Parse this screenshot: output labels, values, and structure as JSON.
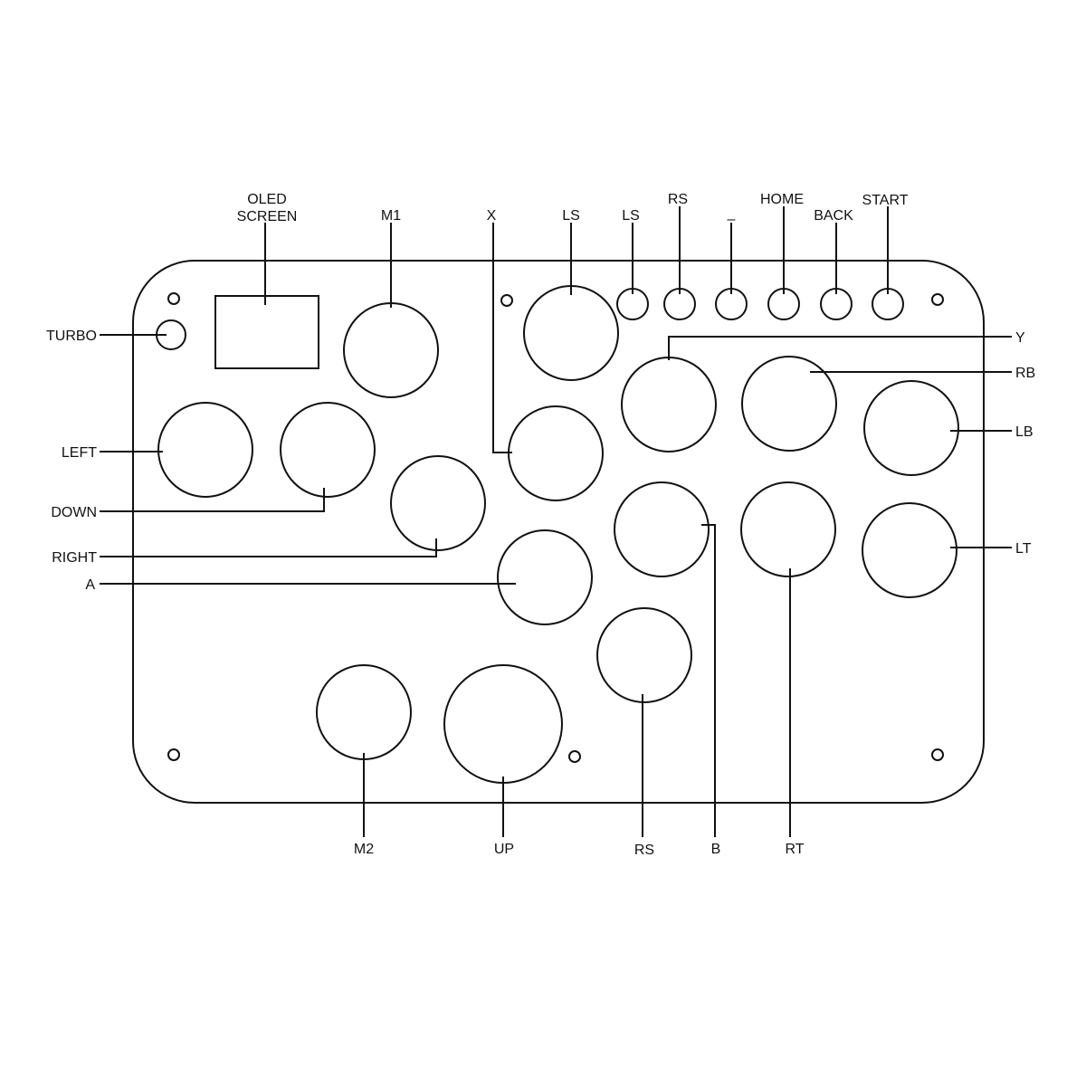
{
  "diagram": {
    "line_color": "#111111",
    "background": "#ffffff",
    "labels": {
      "turbo": "TURBO",
      "oled_line1": "OLED",
      "oled_line2": "SCREEN",
      "m1": "M1",
      "x": "X",
      "ls_big": "LS",
      "ls_small": "LS",
      "rs_small": "RS",
      "minus": "–",
      "home": "HOME",
      "back": "BACK",
      "start": "START",
      "y": "Y",
      "rb": "RB",
      "lb": "LB",
      "lt": "LT",
      "left": "LEFT",
      "down": "DOWN",
      "right": "RIGHT",
      "a": "A",
      "m2": "M2",
      "up": "UP",
      "rs_bottom": "RS",
      "b": "B",
      "rt": "RT"
    }
  }
}
